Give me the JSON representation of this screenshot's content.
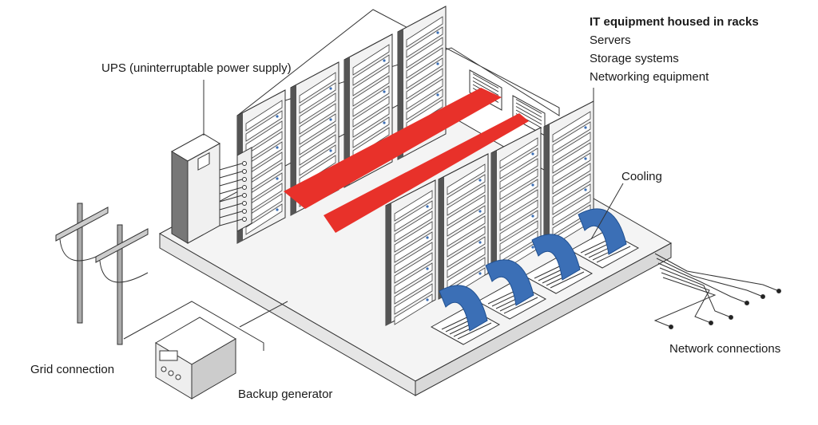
{
  "labels": {
    "it_title": "IT equipment housed in racks",
    "it_items": [
      "Servers",
      "Storage systems",
      "Networking equipment"
    ],
    "ups": "UPS (uninterruptable power supply)",
    "cooling": "Cooling",
    "grid": "Grid connection",
    "generator": "Backup generator",
    "network": "Network connections"
  },
  "colors": {
    "aisle_red": "#e8312a",
    "cooling_blue": "#3b6fb6",
    "rack_dark": "#555555",
    "rack_light": "#f2f2f2",
    "floor": "#f4f4f4",
    "line": "#333333"
  }
}
